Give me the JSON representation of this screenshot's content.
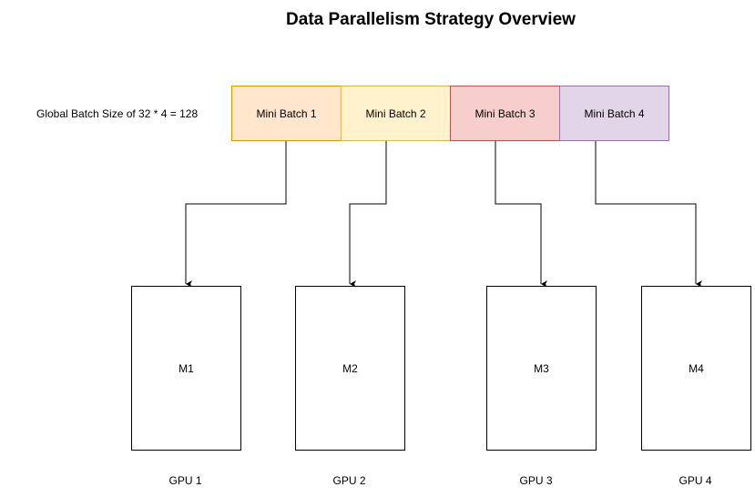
{
  "title": "Data Parallelism Strategy Overview",
  "global_batch_label": "Global Batch Size of 32 * 4 = 128",
  "batches": [
    {
      "label": "Mini Batch 1",
      "fill": "#ffe6cc",
      "stroke": "#d79b00"
    },
    {
      "label": "Mini Batch 2",
      "fill": "#fff2cc",
      "stroke": "#d6b656"
    },
    {
      "label": "Mini Batch 3",
      "fill": "#f8cecc",
      "stroke": "#b85450"
    },
    {
      "label": "Mini Batch 4",
      "fill": "#e1d5e7",
      "stroke": "#9673a6"
    }
  ],
  "models": [
    {
      "label": "M1",
      "gpu": "GPU 1"
    },
    {
      "label": "M2",
      "gpu": "GPU 2"
    },
    {
      "label": "M3",
      "gpu": "GPU 3"
    },
    {
      "label": "M4",
      "gpu": "GPU 4"
    }
  ]
}
